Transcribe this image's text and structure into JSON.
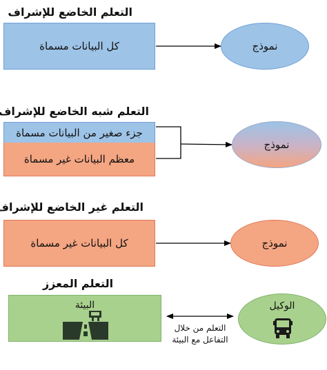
{
  "supervised": {
    "title": "التعلم الخاضع للإشراف",
    "data_box": "كل البيانات مسماة",
    "model": "نموذج"
  },
  "semi_supervised": {
    "title": "التعلم شبه الخاضع للإشراف",
    "labeled_box": "جزء صغير من البيانات مسماة",
    "unlabeled_box": "معظم البيانات غير مسماة",
    "model": "نموذج"
  },
  "unsupervised": {
    "title": "التعلم غير الخاضع للإشراف",
    "data_box": "كل البيانات غير مسماة",
    "model": "نموذج"
  },
  "reinforcement": {
    "title": "التعلم المعزز",
    "environment": "البيئة",
    "agent": "الوكيل",
    "interaction_line1": "التعلم من خلال",
    "interaction_line2": "التفاعل مع البيئة"
  },
  "colors": {
    "blue_fill": "#9dc3e6",
    "blue_border": "#6f9fd8",
    "salmon_fill": "#f4a582",
    "salmon_border": "#e07a5a",
    "green_fill": "#a9d18e",
    "green_border": "#7fb26a"
  },
  "icons": {
    "environment": "road-icon",
    "agent": "bus-icon"
  }
}
